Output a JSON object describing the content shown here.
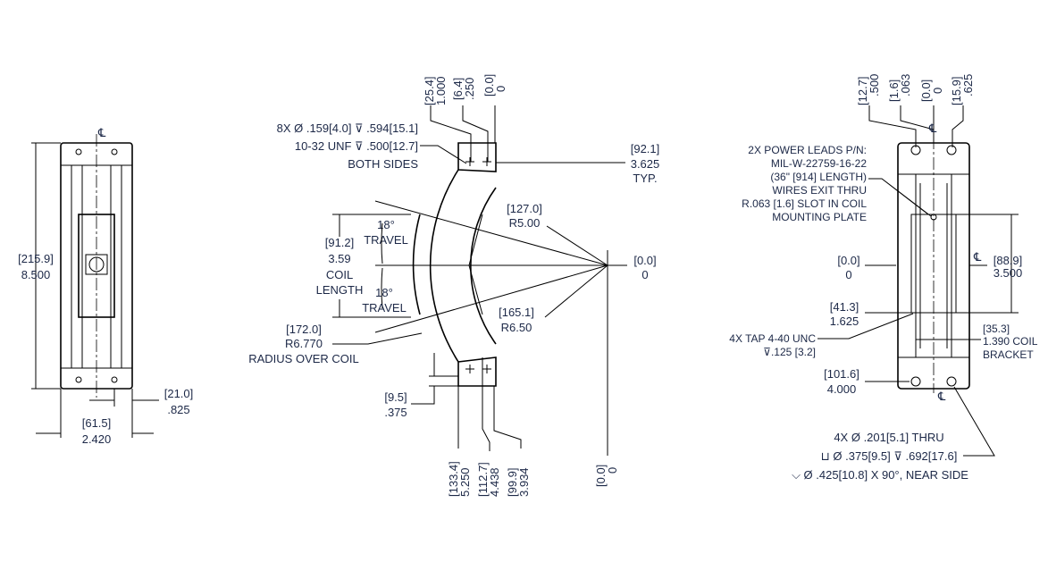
{
  "colors": {
    "text": "#1c2847",
    "lines": "#000000"
  },
  "left_view": {
    "centerline": "℄",
    "height_mm": "[215.9]",
    "height_in": "8.500",
    "width_mm": "[61.5]",
    "width_in": "2.420",
    "thick_mm": "[21.0]",
    "thick_in": ".825"
  },
  "middle_view": {
    "top_dims": [
      {
        "mm": "[25.4]",
        "in": "1.000"
      },
      {
        "mm": "[6.4]",
        "in": ".250"
      },
      {
        "mm": "[0.0]",
        "in": "0"
      }
    ],
    "hole_note": [
      "8X Ø .159[4.0] ⊽ .594[15.1]",
      "10-32 UNF ⊽ .500[12.7]",
      "BOTH SIDES"
    ],
    "typ_dim": {
      "mm": "[92.1]",
      "in": "3.625",
      "note": "TYP."
    },
    "r_inner": {
      "mm": "[127.0]",
      "in": "R5.00"
    },
    "travel_top": {
      "deg": "18°",
      "label": "TRAVEL"
    },
    "travel_bottom": {
      "deg": "18°",
      "label": "TRAVEL"
    },
    "coil_length": {
      "mm": "[91.2]",
      "in": "3.59",
      "l1": "COIL",
      "l2": "LENGTH"
    },
    "origin": {
      "mm": "[0.0]",
      "in": "0"
    },
    "r_outer": {
      "mm": "[165.1]",
      "in": "R6.50"
    },
    "r_coil": {
      "mm": "[172.0]",
      "in": "R6.770",
      "note": "RADIUS OVER COIL"
    },
    "offset": {
      "mm": "[9.5]",
      "in": ".375"
    },
    "bottom_dims": [
      {
        "mm": "[133.4]",
        "in": "5.250"
      },
      {
        "mm": "[112.7]",
        "in": "4.438"
      },
      {
        "mm": "[99.9]",
        "in": "3.934"
      },
      {
        "mm": "[0.0]",
        "in": "0"
      }
    ]
  },
  "right_view": {
    "top_dims": [
      {
        "mm": "[12.7]",
        "in": ".500"
      },
      {
        "mm": "[1.6]",
        "in": ".063"
      },
      {
        "mm": "[0.0]",
        "in": "0"
      },
      {
        "mm": "[15.9]",
        "in": ".625"
      }
    ],
    "leads_note": [
      "2X POWER LEADS P/N:",
      "MIL-W-22759-16-22",
      "(36\" [914] LENGTH)",
      "WIRES EXIT THRU",
      "R.063 [1.6] SLOT IN COIL",
      "MOUNTING PLATE"
    ],
    "centerline_top": "℄",
    "centerline_bottom": "℄",
    "dim_88": {
      "mm": "[88.9]",
      "in": "3.500"
    },
    "origin": {
      "mm": "[0.0]",
      "in": "0"
    },
    "dim_41": {
      "mm": "[41.3]",
      "in": "1.625"
    },
    "tap_note": [
      "4X TAP 4-40 UNC",
      "⊽.125 [3.2]"
    ],
    "bracket": {
      "mm": "[35.3]",
      "in": "1.390  COIL",
      "note": "BRACKET"
    },
    "dim_101": {
      "mm": "[101.6]",
      "in": "4.000"
    },
    "mount_note": [
      "4X  Ø .201[5.1] THRU",
      "⊔  Ø .375[9.5] ⊽ .692[17.6]",
      "⌵  Ø .425[10.8] X 90°, NEAR SIDE"
    ]
  }
}
